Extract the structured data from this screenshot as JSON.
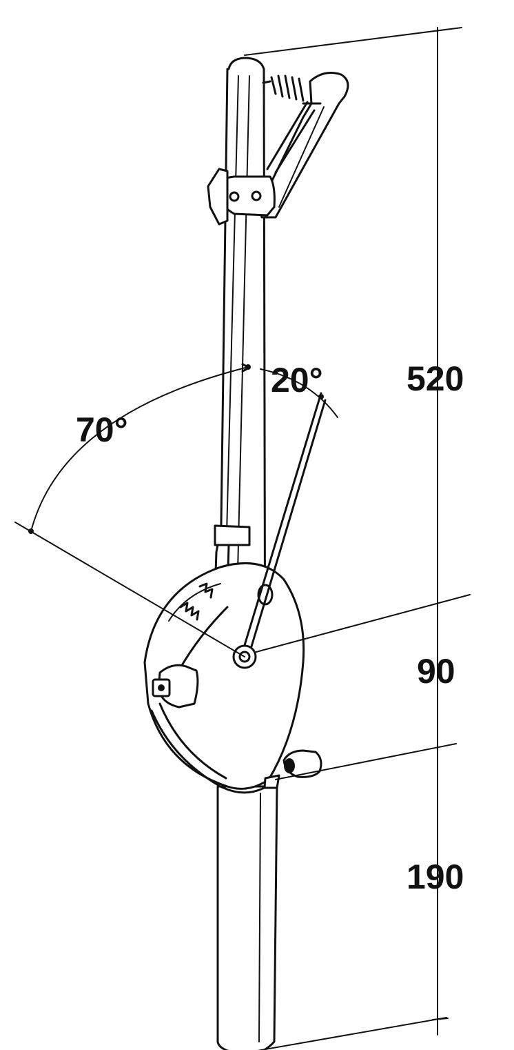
{
  "dimensions": {
    "total_height": "520",
    "middle_height": "90",
    "lower_height": "190"
  },
  "angles": {
    "rear": "70°",
    "front": "20°"
  },
  "colors": {
    "ink": "#111111",
    "paper": "#ffffff"
  }
}
